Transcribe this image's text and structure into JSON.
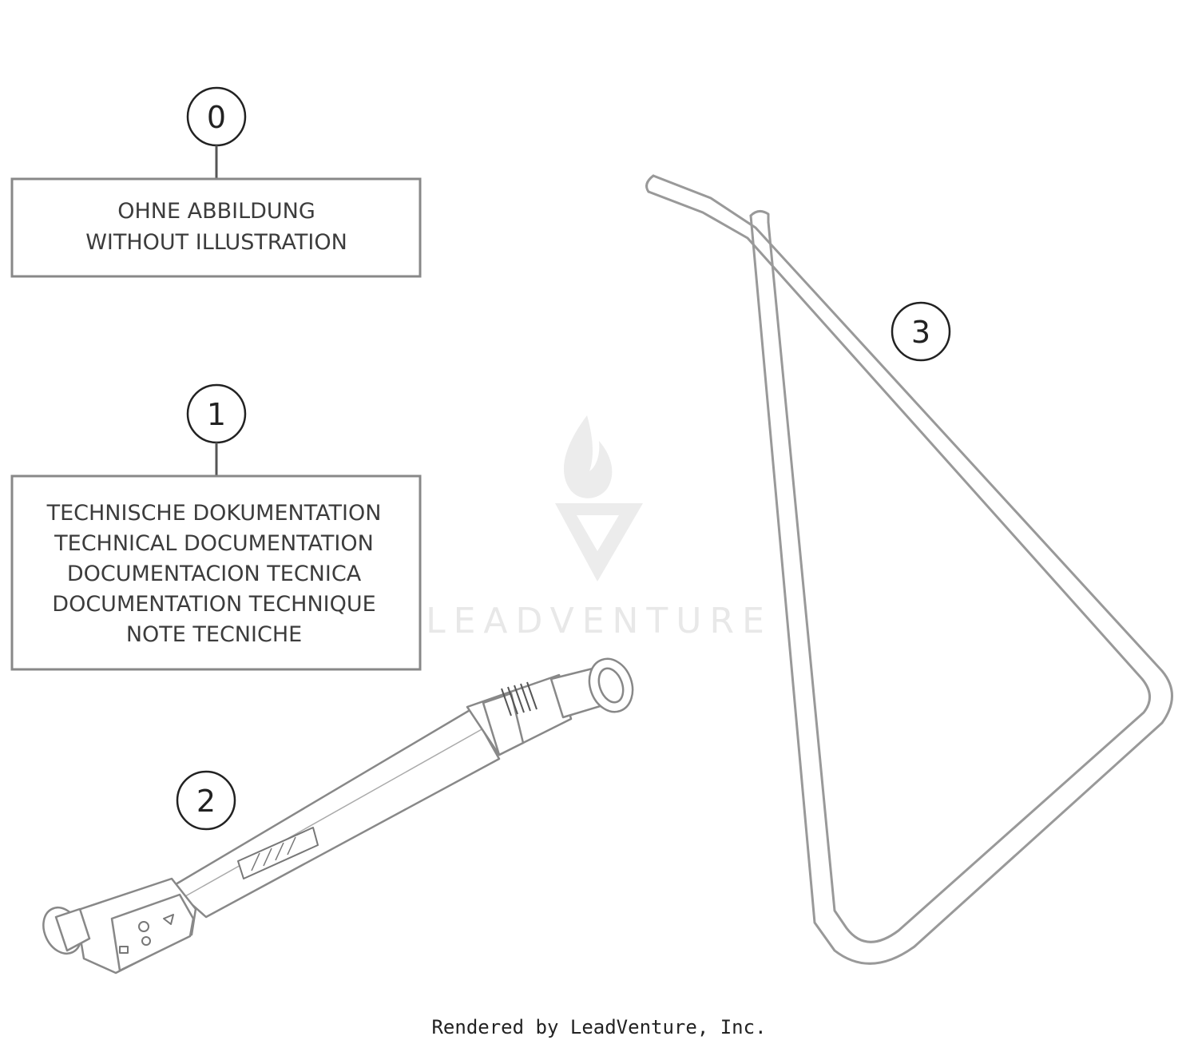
{
  "callouts": {
    "c0": "0",
    "c1": "1",
    "c2": "2",
    "c3": "3"
  },
  "box0": {
    "lines": [
      "OHNE ABBILDUNG",
      "WITHOUT ILLUSTRATION"
    ]
  },
  "box1": {
    "lines": [
      "TECHNISCHE DOKUMENTATION",
      "TECHNICAL DOCUMENTATION",
      "DOCUMENTACION TECNICA",
      "DOCUMENTATION TECHNIQUE",
      "NOTE TECNICHE"
    ]
  },
  "watermark": {
    "text": "LEADVENTURE",
    "icon": "leadventure-flame-logo"
  },
  "footer": {
    "text": "Rendered by LeadVenture, Inc."
  },
  "parts": {
    "part2_icon": "tire-pressure-gauge-icon",
    "part3_icon": "side-stand-icon"
  }
}
